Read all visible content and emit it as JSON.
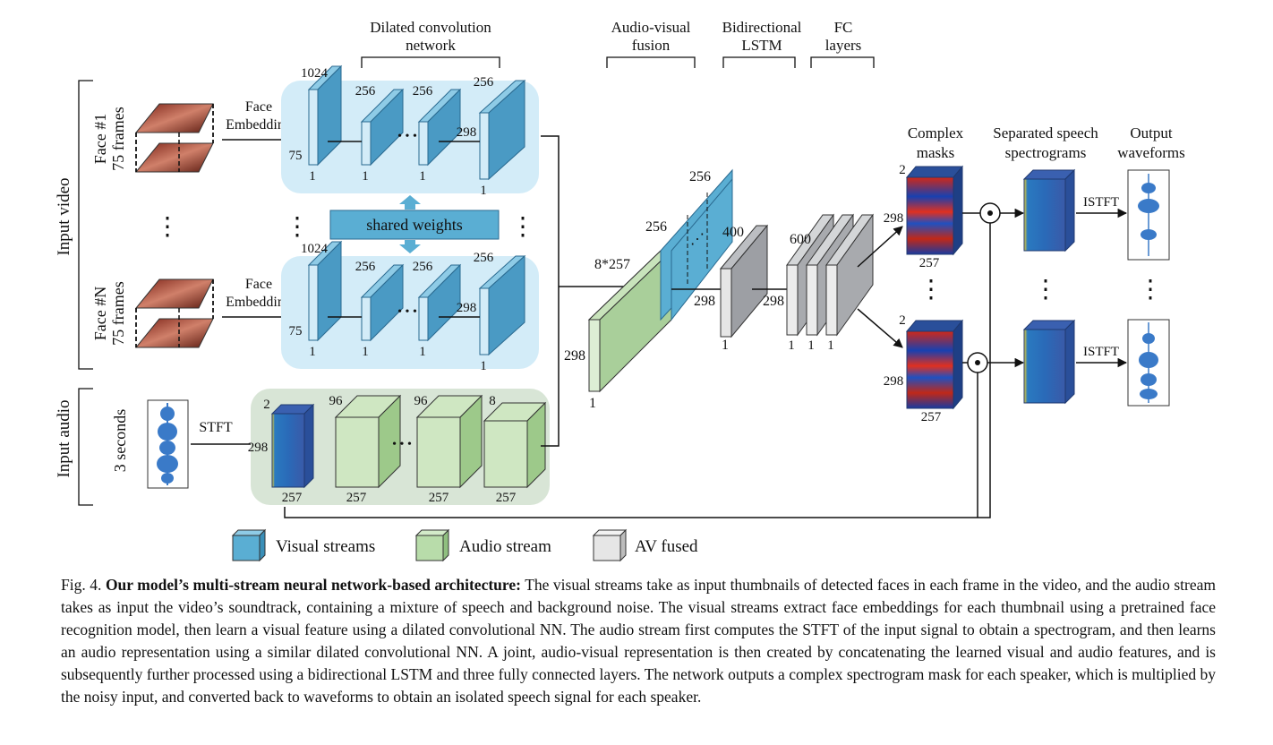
{
  "stages": {
    "dilated": [
      "Dilated convolution",
      "network"
    ],
    "fusion": [
      "Audio-visual",
      "fusion"
    ],
    "lstm": [
      "Bidirectional",
      "LSTM"
    ],
    "fc": [
      "FC",
      "layers"
    ]
  },
  "inputs": {
    "video_label": "Input video",
    "audio_label": "Input audio",
    "face1": [
      "Face #1",
      "75 frames"
    ],
    "faceN": [
      "Face #N",
      "75 frames"
    ],
    "audio_duration": "3 seconds",
    "face_embedding": [
      "Face",
      "Embedding"
    ],
    "stft": "STFT"
  },
  "visual_stream": {
    "dims_top": [
      "1024",
      "256",
      "256",
      "256"
    ],
    "dims_side": [
      "75",
      "298"
    ],
    "dims_bottom": [
      "1",
      "1",
      "1",
      "1"
    ]
  },
  "shared_weights": "shared weights",
  "audio_stream": {
    "dims_top": [
      "2",
      "96",
      "96",
      "8"
    ],
    "dims_side": "298",
    "dims_bottom": [
      "257",
      "257",
      "257",
      "257"
    ]
  },
  "fusion": {
    "concat_dim": "8*257",
    "visual_dim": "256",
    "visual_dim2": "256",
    "height": "298",
    "width": "1",
    "side": "298"
  },
  "lstm": {
    "top": "400",
    "side": "298",
    "bottom": "1"
  },
  "fc": {
    "top": "600",
    "side": "298",
    "bottom": [
      "1",
      "1",
      "1"
    ]
  },
  "outputs": {
    "masks_title": [
      "Complex",
      "masks"
    ],
    "spectro_title": [
      "Separated speech",
      "spectrograms"
    ],
    "wave_title": [
      "Output",
      "waveforms"
    ],
    "mask_dims": {
      "top": "2",
      "side": "298",
      "bottom": "257"
    },
    "istft": "ISTFT"
  },
  "legend": {
    "visual": "Visual streams",
    "audio": "Audio stream",
    "fused": "AV fused",
    "colors": {
      "visual": "#5aaed3",
      "audio": "#b8dcaa",
      "fused": "#e6e6e6"
    }
  },
  "caption": {
    "prefix": "Fig. 4.",
    "bold": "Our model’s multi-stream neural network-based architecture:",
    "text": "The visual streams take as input thumbnails of detected faces in each frame in the video, and the audio stream takes as input the video’s soundtrack, containing a mixture of speech and background noise. The visual streams extract face embeddings for each thumbnail using a pretrained face recognition model, then learn a visual feature using a dilated convolutional NN. The audio stream first computes the STFT of the input signal to obtain a spectrogram, and then learns an audio representation using a similar dilated convolutional NN. A joint, audio-visual representation is then created by concatenating the learned visual and audio features, and is subsequently further processed using a bidirectional LSTM and three fully connected layers. The network outputs a complex spectrogram mask for each speaker, which is multiplied by the noisy input, and converted back to waveforms to obtain an isolated speech signal for each speaker."
  }
}
